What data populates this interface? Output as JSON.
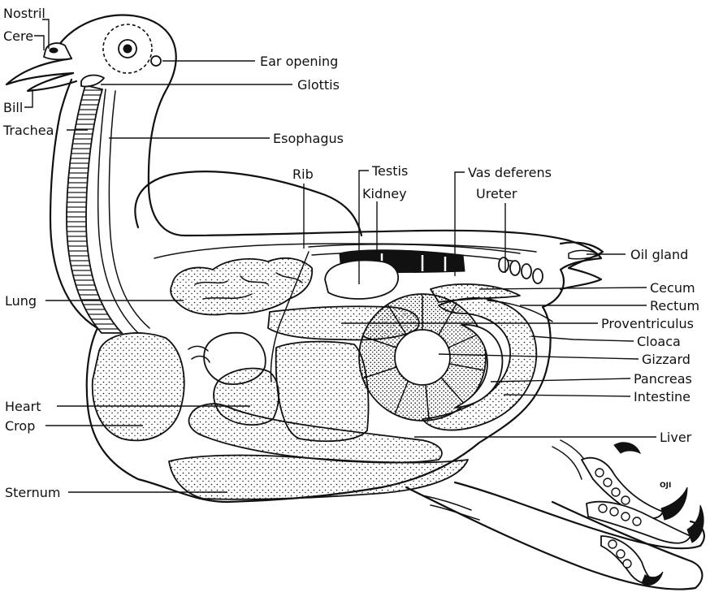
{
  "colors": {
    "ink": "#111111",
    "paper": "#ffffff"
  },
  "labels": {
    "nostril": "Nostril",
    "cere": "Cere",
    "bill": "Bill",
    "trachea": "Trachea",
    "ear_opening": "Ear opening",
    "glottis": "Glottis",
    "esophagus": "Esophagus",
    "rib": "Rib",
    "testis": "Testis",
    "kidney": "Kidney",
    "vas_deferens": "Vas deferens",
    "ureter": "Ureter",
    "oil_gland": "Oil gland",
    "lung": "Lung",
    "cecum": "Cecum",
    "rectum": "Rectum",
    "proventriculus": "Proventriculus",
    "cloaca": "Cloaca",
    "gizzard": "Gizzard",
    "pancreas": "Pancreas",
    "intestine": "Intestine",
    "heart": "Heart",
    "crop": "Crop",
    "liver": "Liver",
    "sternum": "Sternum"
  },
  "signature": "OJI"
}
